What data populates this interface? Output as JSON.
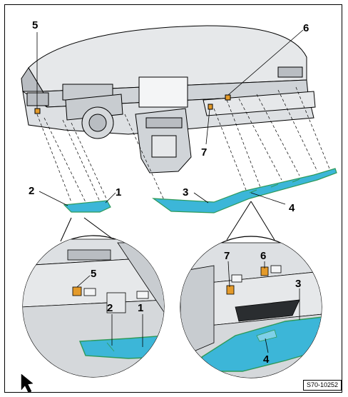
{
  "figure": {
    "reference_code": "S70-10252",
    "colors": {
      "trim_part": "#3cb6d8",
      "trim_edge": "#2e9a5a",
      "clip": "#e39a2a",
      "line": "#000000",
      "housing": "#e6e8ea",
      "housing_dark": "#b9bdc2"
    },
    "callouts_overview": [
      {
        "key": "5",
        "label": "5"
      },
      {
        "key": "6",
        "label": "6"
      },
      {
        "key": "7",
        "label": "7"
      },
      {
        "key": "2",
        "label": "2"
      },
      {
        "key": "1",
        "label": "1"
      },
      {
        "key": "3",
        "label": "3"
      },
      {
        "key": "4",
        "label": "4"
      }
    ],
    "callouts_detail_left": [
      {
        "key": "5",
        "label": "5"
      },
      {
        "key": "2",
        "label": "2"
      },
      {
        "key": "1",
        "label": "1"
      }
    ],
    "callouts_detail_right": [
      {
        "key": "7",
        "label": "7"
      },
      {
        "key": "6",
        "label": "6"
      },
      {
        "key": "3",
        "label": "3"
      },
      {
        "key": "4",
        "label": "4"
      }
    ],
    "cursor_icon": "arrow-pointer-icon"
  }
}
